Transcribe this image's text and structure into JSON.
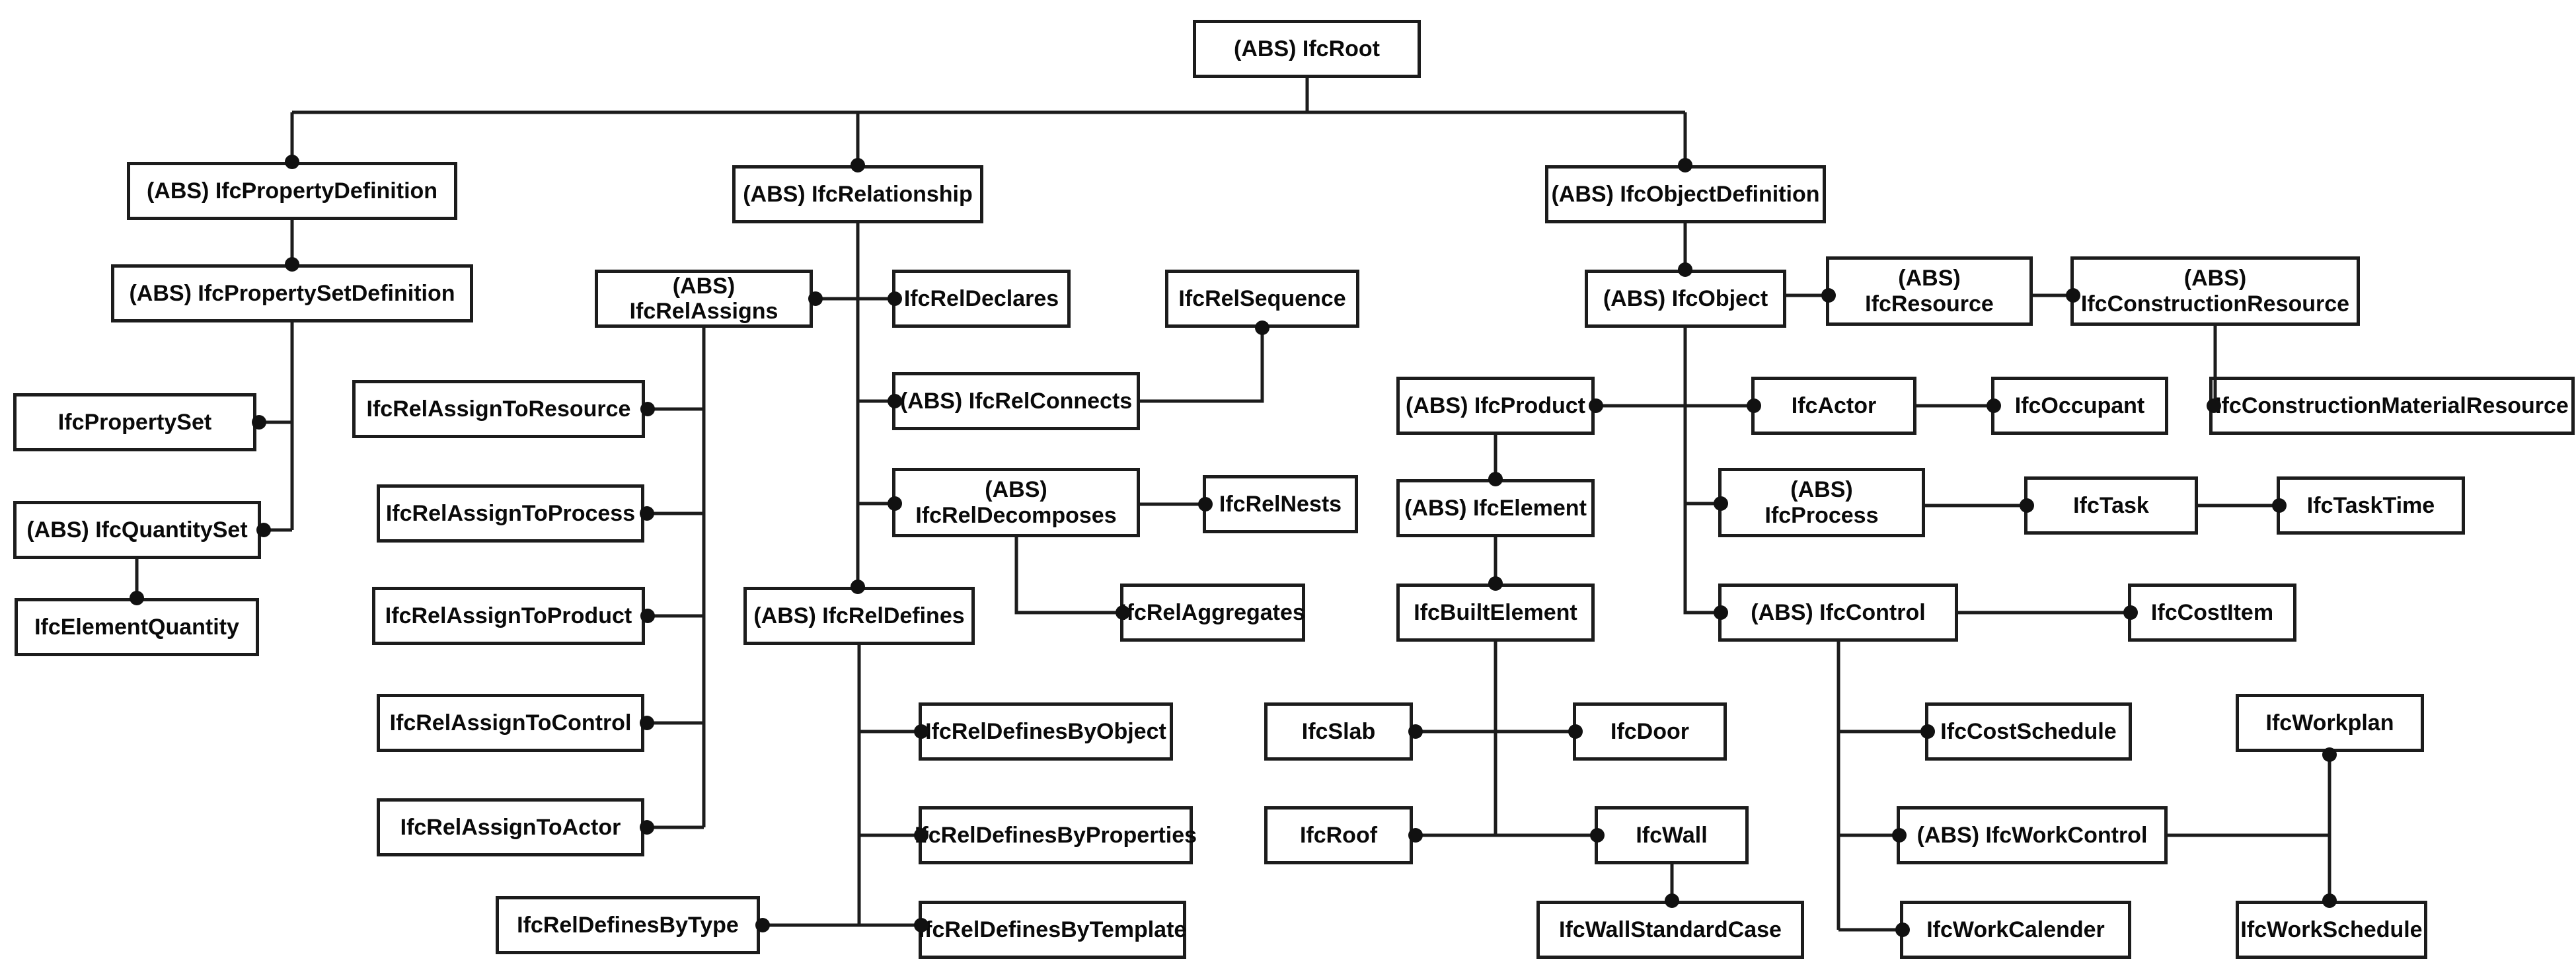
{
  "diagram": {
    "kind": "IFC class hierarchy tree",
    "background_color": "#ffffff",
    "box_border_color": "#1c1c1c",
    "line_color": "#1c1c1c",
    "text_color": "#0a0a0a",
    "abstract_prefix": "(ABS)"
  },
  "nodes": {
    "ifcRoot": {
      "label": "(ABS) IfcRoot"
    },
    "propertyDefinition": {
      "label": "(ABS) IfcPropertyDefinition"
    },
    "propertySetDefinition": {
      "label": "(ABS) IfcPropertySetDefinition"
    },
    "propertySet": {
      "label": "IfcPropertySet"
    },
    "quantitySet": {
      "label": "(ABS) IfcQuantitySet"
    },
    "elementQuantity": {
      "label": "IfcElementQuantity"
    },
    "relationship": {
      "label": "(ABS) IfcRelationship"
    },
    "relAssigns": {
      "label": "(ABS) IfcRelAssigns"
    },
    "relDeclares": {
      "label": "IfcRelDeclares"
    },
    "relSequence": {
      "label": "IfcRelSequence"
    },
    "relConnects": {
      "label": "(ABS) IfcRelConnects"
    },
    "relDecomposes": {
      "label": "(ABS)\nIfcRelDecomposes"
    },
    "relNests": {
      "label": "IfcRelNests"
    },
    "relAggregates": {
      "label": "IfcRelAggregates"
    },
    "relDefines": {
      "label": "(ABS) IfcRelDefines"
    },
    "relAssignToResource": {
      "label": "IfcRelAssignToResource"
    },
    "relAssignToProcess": {
      "label": "IfcRelAssignToProcess"
    },
    "relAssignToProduct": {
      "label": "IfcRelAssignToProduct"
    },
    "relAssignToControl": {
      "label": "IfcRelAssignToControl"
    },
    "relAssignToActor": {
      "label": "IfcRelAssignToActor"
    },
    "relDefinesByObject": {
      "label": "IfcRelDefinesByObject"
    },
    "relDefinesByProperties": {
      "label": "IfcRelDefinesByProperties"
    },
    "relDefinesByTemplate": {
      "label": "IfcRelDefinesByTemplate"
    },
    "relDefinesByType": {
      "label": "IfcRelDefinesByType"
    },
    "objectDefinition": {
      "label": "(ABS) IfcObjectDefinition"
    },
    "object": {
      "label": "(ABS) IfcObject"
    },
    "resource": {
      "label": "(ABS)\nIfcResource"
    },
    "constructionResource": {
      "label": "(ABS)\nIfcConstructionResource"
    },
    "constructionMaterialResource": {
      "label": "IfcConstructionMaterialResource"
    },
    "product": {
      "label": "(ABS) IfcProduct"
    },
    "actor": {
      "label": "IfcActor"
    },
    "occupant": {
      "label": "IfcOccupant"
    },
    "element": {
      "label": "(ABS) IfcElement"
    },
    "process": {
      "label": "(ABS)\nIfcProcess"
    },
    "task": {
      "label": "IfcTask"
    },
    "taskTime": {
      "label": "IfcTaskTime"
    },
    "builtElement": {
      "label": "IfcBuiltElement"
    },
    "control": {
      "label": "(ABS) IfcControl"
    },
    "costItem": {
      "label": "IfcCostItem"
    },
    "slab": {
      "label": "IfcSlab"
    },
    "door": {
      "label": "IfcDoor"
    },
    "roof": {
      "label": "IfcRoof"
    },
    "wall": {
      "label": "IfcWall"
    },
    "wallStandardCase": {
      "label": "IfcWallStandardCase"
    },
    "costSchedule": {
      "label": "IfcCostSchedule"
    },
    "workplan": {
      "label": "IfcWorkplan"
    },
    "workControl": {
      "label": "(ABS) IfcWorkControl"
    },
    "workCalender": {
      "label": "IfcWorkCalender"
    },
    "workSchedule": {
      "label": "IfcWorkSchedule"
    }
  }
}
